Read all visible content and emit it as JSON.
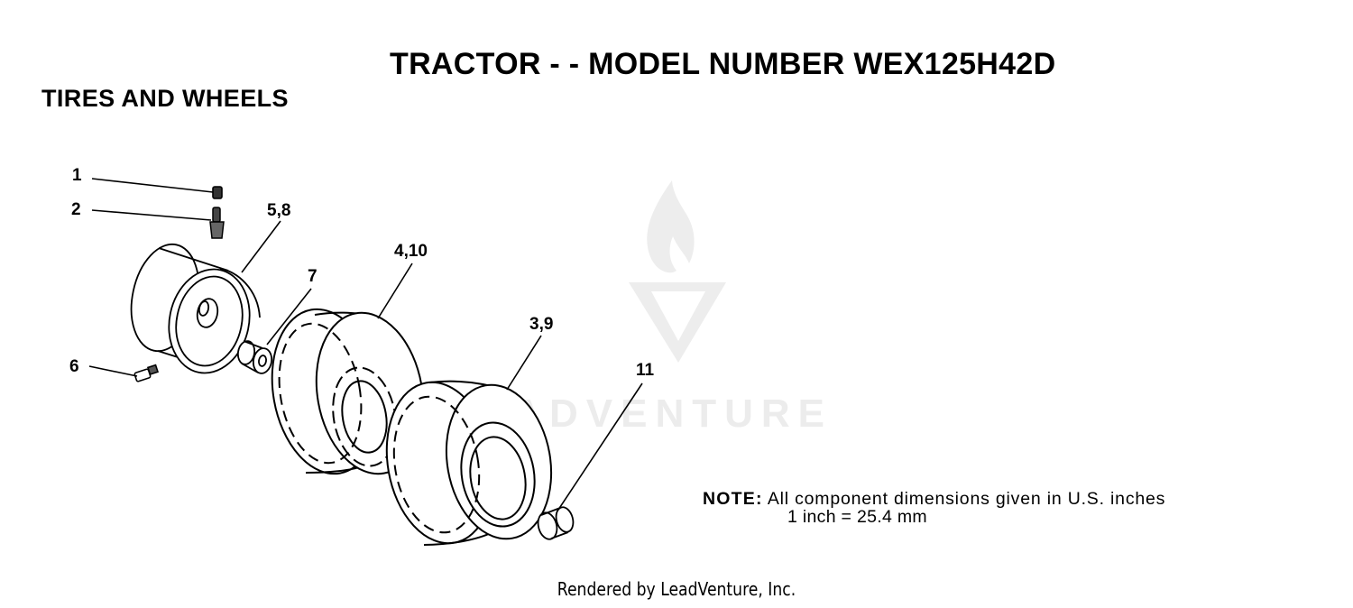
{
  "header": {
    "title": "TRACTOR - - MODEL NUMBER WEX125H42D",
    "section": "TIRES AND WHEELS"
  },
  "callouts": {
    "c1": "1",
    "c2": "2",
    "c58": "5,8",
    "c7": "7",
    "c410": "4,10",
    "c39": "3,9",
    "c6": "6",
    "c11": "11"
  },
  "note": {
    "label": "NOTE:",
    "line1": "All component dimensions given in U.S. inches",
    "line2": "1 inch = 25.4 mm"
  },
  "watermark": {
    "text": "LEADVENTURE"
  },
  "footer": {
    "text": "Rendered by LeadVenture, Inc."
  }
}
